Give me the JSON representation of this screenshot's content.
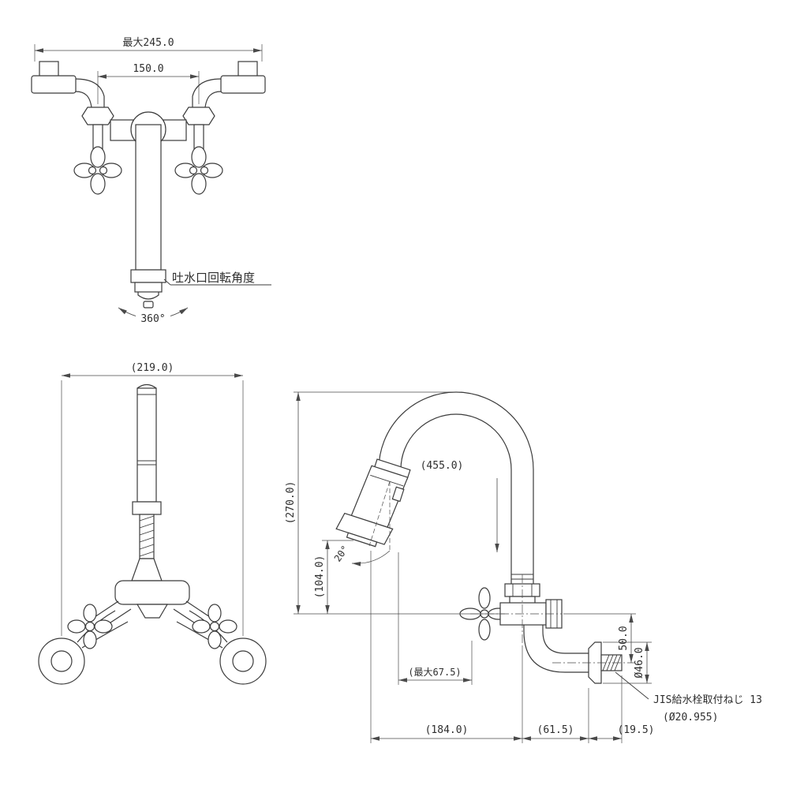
{
  "views": {
    "top": {
      "dims": {
        "max_width": "最大245.0",
        "pitch": "150.0"
      },
      "labels": {
        "spout_rotation": "吐水口回転角度",
        "rotation_angle": "360°"
      }
    },
    "front": {
      "dims": {
        "width": "(219.0)"
      }
    },
    "side": {
      "dims": {
        "spout_radius": "(455.0)",
        "total_height": "(270.0)",
        "outlet_height": "(104.0)",
        "head_angle": "20°",
        "offset_50": "50.0",
        "flange_dia": "Ø46.0",
        "max_reach": "(最大67.5)",
        "reach": "(184.0)",
        "wall_offset": "(61.5)",
        "thread_len": "(19.5)"
      },
      "labels": {
        "thread_spec": "JIS給水栓取付ねじ 13",
        "thread_dia": "(Ø20.955)"
      }
    }
  }
}
